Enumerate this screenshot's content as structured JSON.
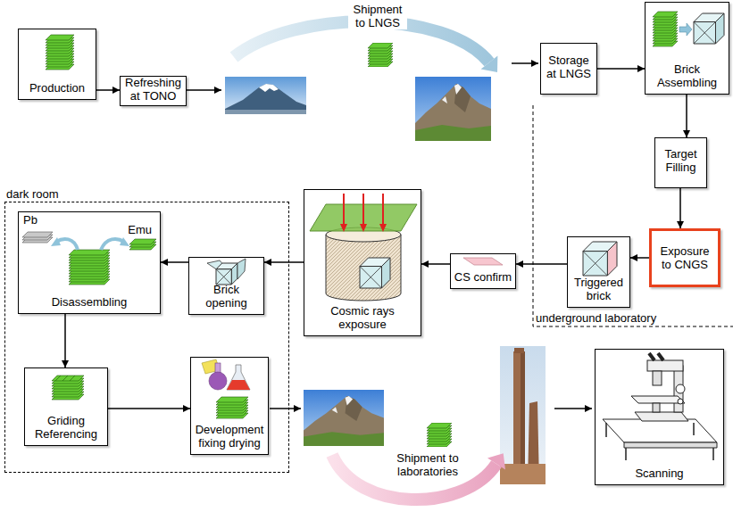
{
  "diagram": {
    "nodes": [
      {
        "text": [
          "Production"
        ]
      },
      {
        "text": [
          "Refreshing at TONO"
        ]
      },
      {
        "text": [
          "Storage at LNGS"
        ]
      },
      {
        "text": [
          "Brick Assembling"
        ]
      },
      {
        "text": [
          "Target Filling"
        ]
      },
      {
        "text": [
          "dark room"
        ]
      },
      {
        "text": [
          "Cosmic rays exposure"
        ]
      },
      {
        "text": [
          "CS confirm"
        ]
      },
      {
        "text": [
          "Triggered brick"
        ]
      },
      {
        "text": [
          "Exposure to CNGS"
        ]
      },
      {
        "text": [
          "Brick opening"
        ],
        "in": 5
      },
      {
        "text": [
          "Pb",
          "Emu",
          "Disassembling"
        ],
        "in": 5
      },
      {
        "text": [
          "Griding Referencing"
        ],
        "in": 5
      },
      {
        "text": [
          "Development fixing drying"
        ],
        "in": 5
      },
      {
        "text": [
          "Scanning"
        ]
      }
    ],
    "edges": [
      {
        "from": 0,
        "to": 1,
        "arrow": "to"
      },
      {
        "from": 2,
        "to": 3,
        "arrow": "to"
      },
      {
        "from": 3,
        "to": 4,
        "arrow": "to"
      },
      {
        "from": 4,
        "to": 9,
        "arrow": "to"
      },
      {
        "from": 9,
        "to": 8,
        "arrow": "to"
      },
      {
        "from": 8,
        "to": 7,
        "arrow": "to"
      },
      {
        "from": 7,
        "to": 6,
        "arrow": "to"
      },
      {
        "from": 6,
        "to": 10,
        "arrow": "to"
      },
      {
        "from": 10,
        "to": 11,
        "arrow": "to"
      },
      {
        "from": 11,
        "to": 12,
        "arrow": "to"
      },
      {
        "from": 12,
        "to": 13,
        "arrow": "to"
      }
    ],
    "labels": [
      "Shipment to LNGS",
      "Shipment to laboratories",
      "underground laboratory"
    ]
  }
}
